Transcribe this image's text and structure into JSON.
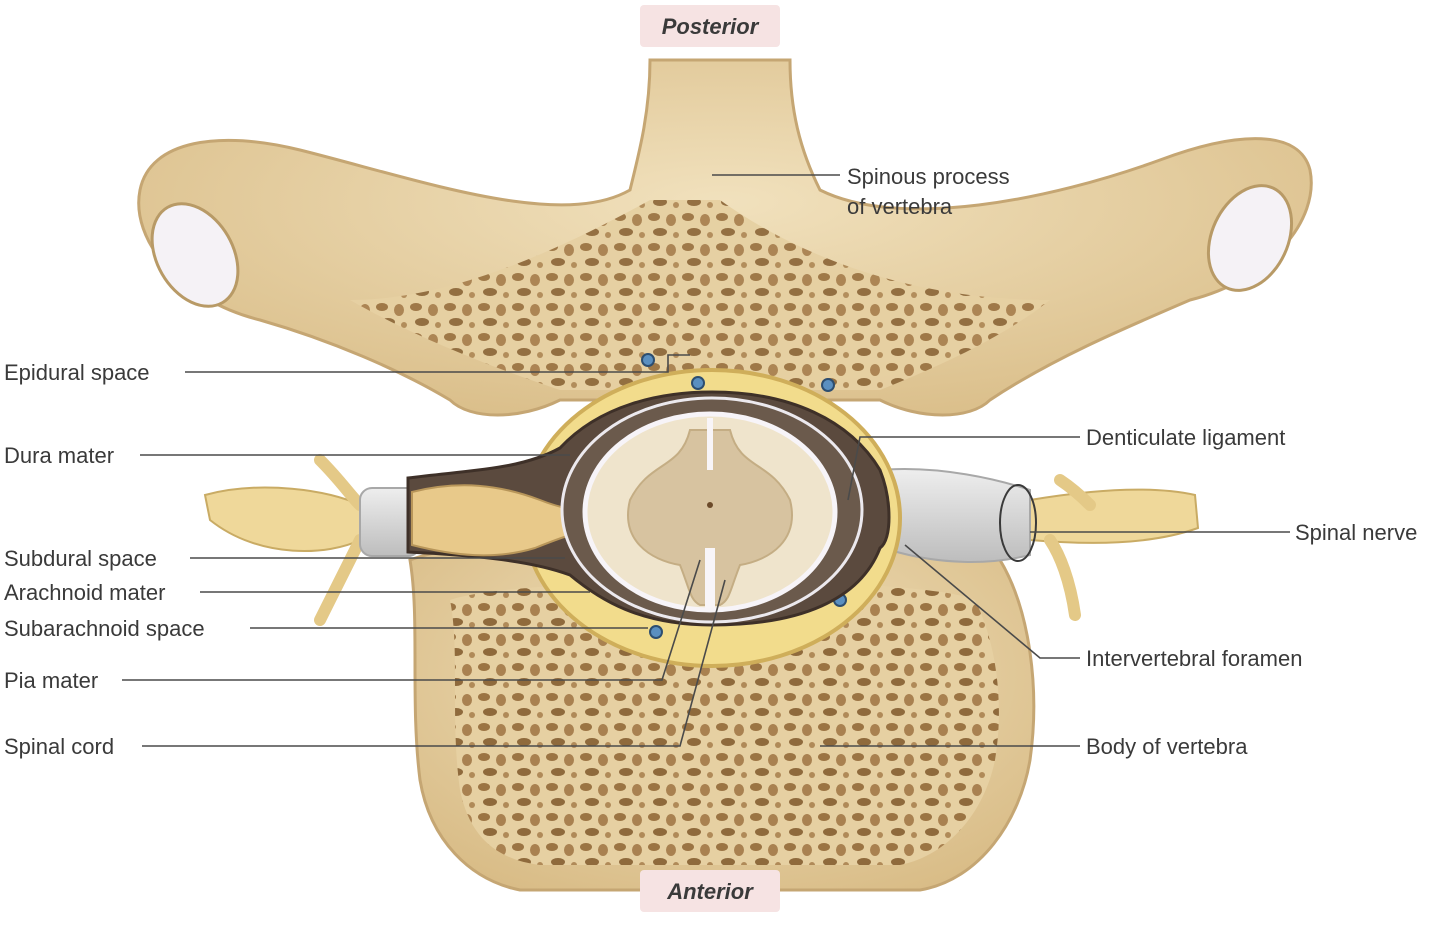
{
  "orientation": {
    "top": "Posterior",
    "bottom": "Anterior"
  },
  "labels": {
    "spinous_process_line1": "Spinous process",
    "spinous_process_line2": "of vertebra",
    "epidural_space": "Epidural space",
    "dura_mater": "Dura mater",
    "subdural_space": "Subdural space",
    "arachnoid_mater": "Arachnoid mater",
    "subarachnoid_space": "Subarachnoid space",
    "pia_mater": "Pia mater",
    "spinal_cord": "Spinal cord",
    "denticulate_ligament": "Denticulate ligament",
    "spinal_nerve": "Spinal nerve",
    "intervertebral_foramen": "Intervertebral foramen",
    "body_of_vertebra": "Body of vertebra"
  },
  "colors": {
    "bone": "#e8d3a8",
    "bone_shadow": "#cdb07c",
    "spongy_bone": "#a77e4a",
    "epidural_fat": "#f2dc8c",
    "dura": "#5b4a3e",
    "cord_white": "#efe4cc",
    "cord_gray": "#d7c6a0",
    "nerve": "#f0d89c",
    "nerve_sheath": "#d8d8d8",
    "orientation_tag": "#f6e3e3"
  }
}
